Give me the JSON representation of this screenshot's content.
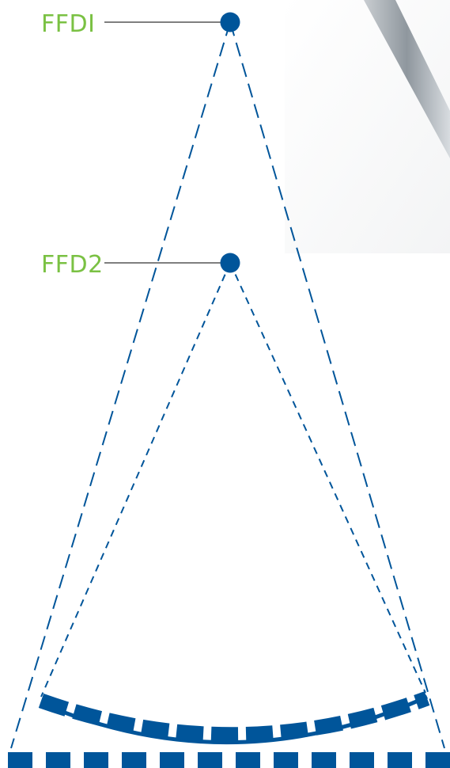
{
  "labels": {
    "ffd1": "FFDI",
    "ffd2": "FFD2"
  },
  "colors": {
    "label": "#7ac143",
    "primary": "#00559a",
    "leader_line": "#333333",
    "background": "#ffffff"
  },
  "elements": {
    "focal_point_1": "circle",
    "focal_point_2": "circle",
    "beam_lines": "dashed",
    "curved_detector": "segmented-arc",
    "flat_detector": "segmented-bar"
  }
}
